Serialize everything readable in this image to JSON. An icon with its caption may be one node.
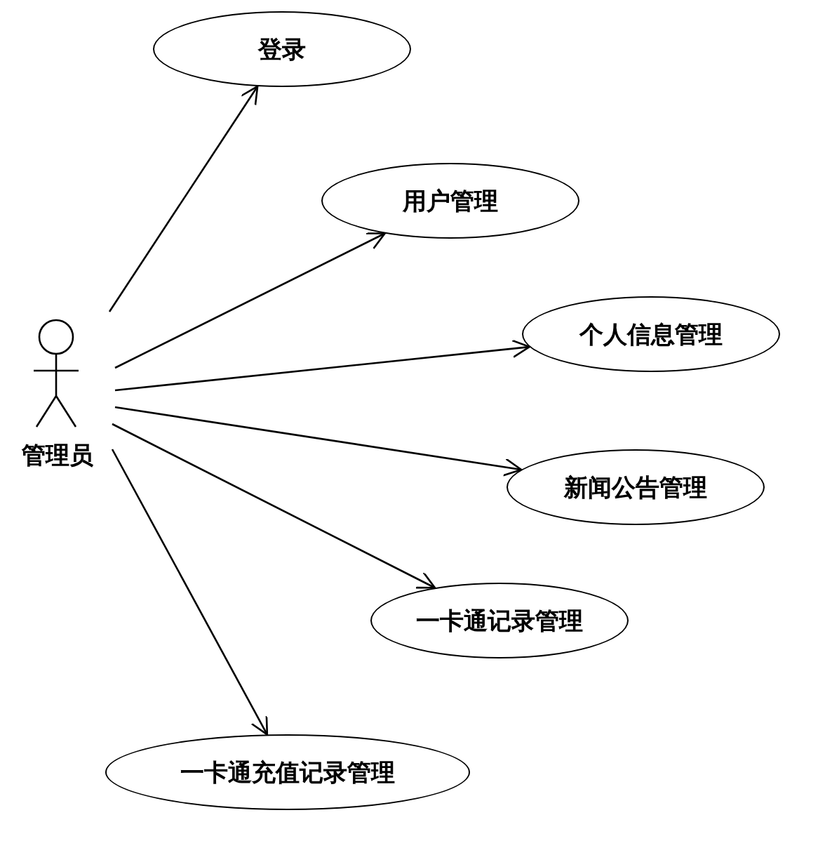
{
  "diagram": {
    "nodes": [
      {
        "text": [
          "管理员"
        ]
      },
      {
        "text": [
          "登录"
        ]
      },
      {
        "text": [
          "用户管理"
        ]
      },
      {
        "text": [
          "个人信息管理"
        ]
      },
      {
        "text": [
          "新闻公告管理"
        ]
      },
      {
        "text": [
          "一卡通记录管理"
        ]
      },
      {
        "text": [
          "一卡通充值记录管理"
        ]
      }
    ],
    "edges": [
      {
        "from": 0,
        "to": 1,
        "arrow": "to"
      },
      {
        "from": 0,
        "to": 2,
        "arrow": "to"
      },
      {
        "from": 0,
        "to": 3,
        "arrow": "to"
      },
      {
        "from": 0,
        "to": 4,
        "arrow": "to"
      },
      {
        "from": 0,
        "to": 5,
        "arrow": "to"
      },
      {
        "from": 0,
        "to": 6,
        "arrow": "to"
      }
    ]
  }
}
